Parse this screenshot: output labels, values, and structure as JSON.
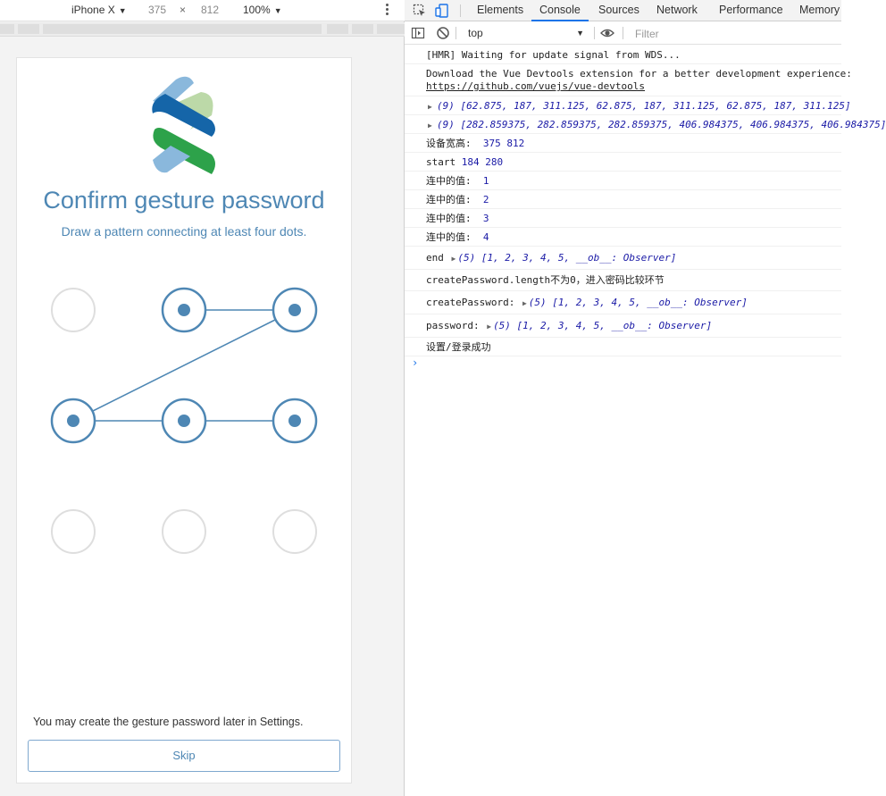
{
  "device_toolbar": {
    "device": "iPhone X",
    "width": "375",
    "separator": "×",
    "height": "812",
    "zoom": "100%"
  },
  "app": {
    "title": "Confirm gesture password",
    "subtitle": "Draw a pattern connecting at least four dots.",
    "hint": "You may create the gesture password later in Settings.",
    "skip_label": "Skip",
    "accent": "#4e87b4",
    "pattern": {
      "dots": [
        {
          "id": 1,
          "selected": false
        },
        {
          "id": 2,
          "selected": true
        },
        {
          "id": 3,
          "selected": true
        },
        {
          "id": 4,
          "selected": true
        },
        {
          "id": 5,
          "selected": true
        },
        {
          "id": 6,
          "selected": true
        },
        {
          "id": 7,
          "selected": false
        },
        {
          "id": 8,
          "selected": false
        },
        {
          "id": 9,
          "selected": false
        }
      ],
      "path": [
        2,
        3,
        4,
        5,
        6
      ]
    }
  },
  "devtools": {
    "tabs": [
      "Elements",
      "Console",
      "Sources",
      "Network",
      "Performance",
      "Memory"
    ],
    "active_tab": "Console",
    "context": "top",
    "filter_placeholder": "Filter",
    "logs": {
      "l1": "[HMR] Waiting for update signal from WDS...",
      "l2a": "Download the Vue Devtools extension for a better development experience:",
      "l2b": "https://github.com/vuejs/vue-devtools",
      "l3": "(9) [62.875, 187, 311.125, 62.875, 187, 311.125, 62.875, 187, 311.125]",
      "l4": "(9) [282.859375, 282.859375, 282.859375, 406.984375, 406.984375, 406.984375]",
      "l5_label": "设备宽高:",
      "l5_w": "375",
      "l5_h": "812",
      "l6_label": "start",
      "l6_x": "184",
      "l6_y": "280",
      "l7_label": "连中的值:",
      "l7_v": "1",
      "l8_label": "连中的值:",
      "l8_v": "2",
      "l9_label": "连中的值:",
      "l9_v": "3",
      "l10_label": "连中的值:",
      "l10_v": "4",
      "l11_label": "end",
      "l11_v": "(5) [1, 2, 3, 4, 5, __ob__: Observer]",
      "l12": "createPassword.length不为0，进入密码比较环节",
      "l13_label": "createPassword:",
      "l13_v": "(5) [1, 2, 3, 4, 5, __ob__: Observer]",
      "l14_label": "password:",
      "l14_v": "(5) [1, 2, 3, 4, 5, __ob__: Observer]",
      "l15": "设置/登录成功"
    },
    "prompt": "›"
  }
}
